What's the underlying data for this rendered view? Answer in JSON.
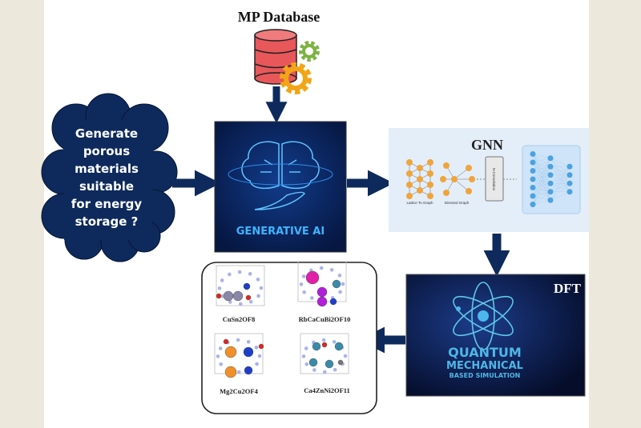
{
  "database": {
    "title": "MP Database"
  },
  "prompt_cloud": {
    "lines": [
      "Generate",
      "porous",
      "materials",
      "suitable",
      "for energy",
      "storage ?"
    ]
  },
  "generative_ai": {
    "label": "GENERATIVE AI"
  },
  "gnn": {
    "title": "GNN",
    "lattice_label": "Lattice To Graph",
    "directed_label": "Directed Graph",
    "conv_label": "N-Convolution"
  },
  "dft": {
    "title": "DFT",
    "line1": "QUANTUM",
    "line2": "MECHANICAL",
    "line3": "BASED SIMULATION"
  },
  "materials": [
    {
      "formula": "CuSn2OF8"
    },
    {
      "formula": "RbCaCuBi2OF10"
    },
    {
      "formula": "Mg2Cu2OF4"
    },
    {
      "formula": "Ca4ZnNi2OF11"
    }
  ],
  "colors": {
    "navy": "#0e2a5c",
    "db_red": "#e8575a",
    "gear_green": "#7cb342",
    "gear_orange": "#f2a516",
    "gnn_bg": "#e3eef9",
    "node_orange": "#f0a43a",
    "node_blue": "#4aa3e0"
  }
}
